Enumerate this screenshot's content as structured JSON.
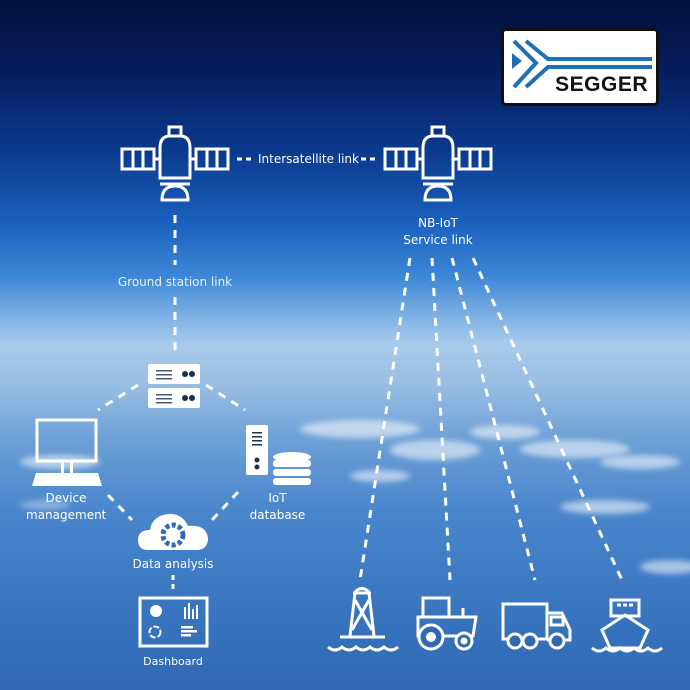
{
  "logo": {
    "text": "SEGGER",
    "accent": "#1d6fb8"
  },
  "links": {
    "intersatellite": "Intersatellite link",
    "ground_station": "Ground station link",
    "service_line1": "NB-IoT",
    "service_line2": "Service link"
  },
  "nodes": {
    "device_management_line1": "Device",
    "device_management_line2": "management",
    "iot_database_line1": "IoT",
    "iot_database_line2": "database",
    "data_analysis": "Data analysis",
    "dashboard": "Dashboard"
  },
  "endpoints": [
    {
      "icon": "buoy-icon"
    },
    {
      "icon": "tractor-icon"
    },
    {
      "icon": "truck-icon"
    },
    {
      "icon": "ship-icon"
    }
  ],
  "colors": {
    "line": "#ffffff",
    "sky_top": "#03103a",
    "sky_horizon": "#a9cbeb",
    "sky_bottom": "#2f68b3"
  }
}
